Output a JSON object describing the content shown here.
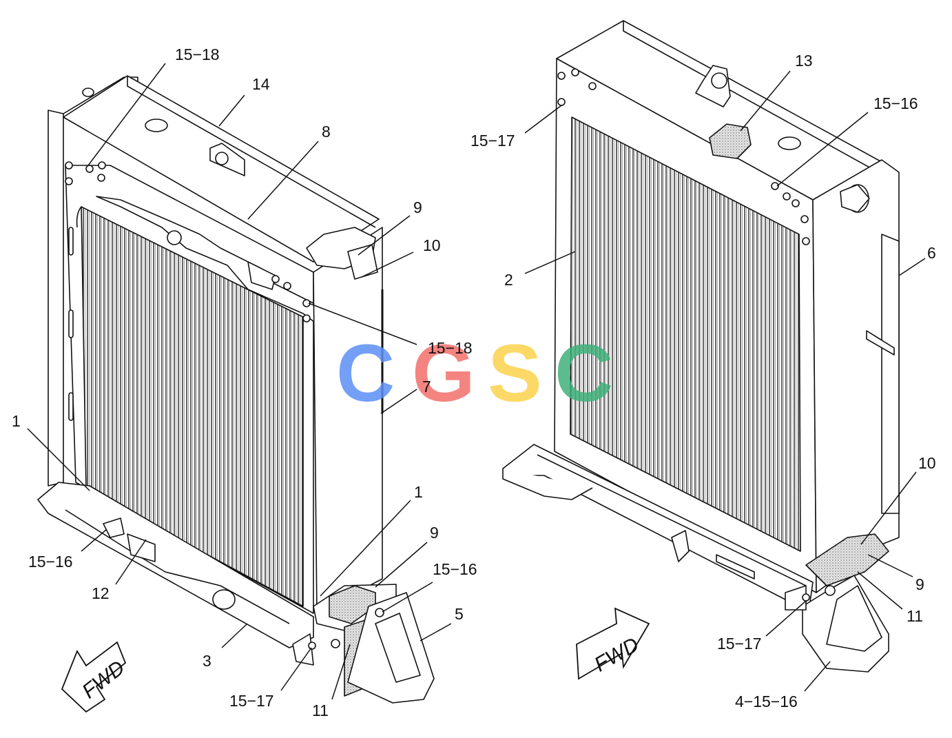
{
  "diagram": {
    "watermark": {
      "text": "CGSC",
      "colors": [
        "#5b8ef5",
        "#f26f6a",
        "#fbd24b",
        "#3fb07a"
      ]
    },
    "direction_marker": "FWD",
    "callouts_left": [
      {
        "id": "l-15-18-top",
        "text": "15−18"
      },
      {
        "id": "l-14",
        "text": "14"
      },
      {
        "id": "l-8",
        "text": "8"
      },
      {
        "id": "l-9-top",
        "text": "9"
      },
      {
        "id": "l-10-top",
        "text": "10"
      },
      {
        "id": "l-15-18-mid",
        "text": "15−18"
      },
      {
        "id": "l-7",
        "text": "7"
      },
      {
        "id": "l-1-left",
        "text": "1"
      },
      {
        "id": "l-1-right",
        "text": "1"
      },
      {
        "id": "l-9-bot",
        "text": "9"
      },
      {
        "id": "l-15-16-right",
        "text": "15−16"
      },
      {
        "id": "l-15-16-left",
        "text": "15−16"
      },
      {
        "id": "l-12",
        "text": "12"
      },
      {
        "id": "l-5",
        "text": "5"
      },
      {
        "id": "l-3",
        "text": "3"
      },
      {
        "id": "l-15-17",
        "text": "15−17"
      },
      {
        "id": "l-11",
        "text": "11"
      }
    ],
    "callouts_right": [
      {
        "id": "r-13",
        "text": "13"
      },
      {
        "id": "r-15-16-top",
        "text": "15−16"
      },
      {
        "id": "r-15-17-top",
        "text": "15−17"
      },
      {
        "id": "r-6",
        "text": "6"
      },
      {
        "id": "r-2",
        "text": "2"
      },
      {
        "id": "r-10",
        "text": "10"
      },
      {
        "id": "r-9",
        "text": "9"
      },
      {
        "id": "r-11",
        "text": "11"
      },
      {
        "id": "r-15-17-bot",
        "text": "15−17"
      },
      {
        "id": "r-4-15-16",
        "text": "4−15−16"
      }
    ]
  }
}
